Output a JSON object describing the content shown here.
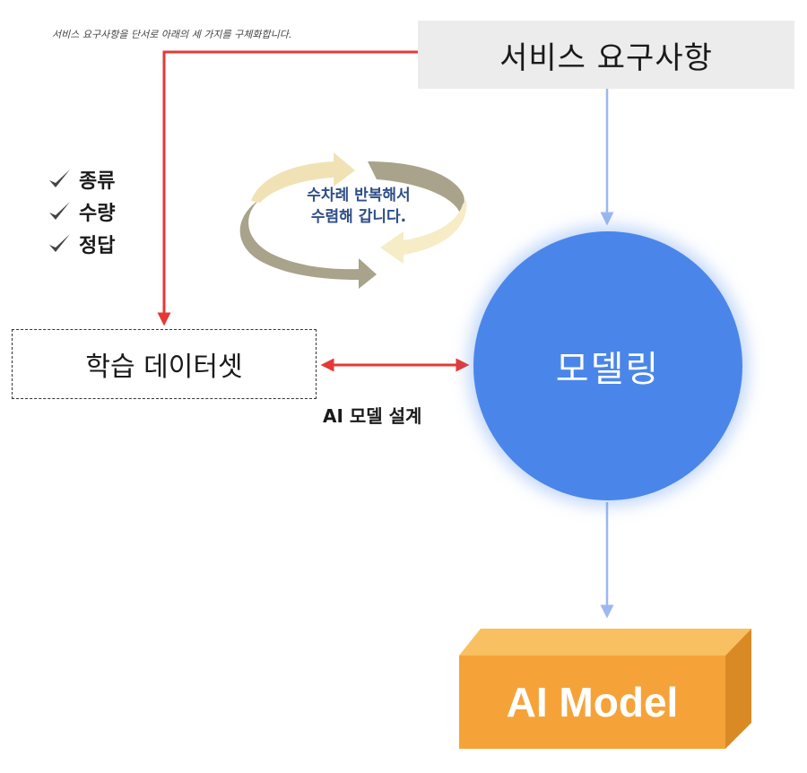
{
  "note": {
    "text": "서비스 요구사항을 단서로 아래의 세 가지를 구체화합니다."
  },
  "service_requirements": {
    "label": "서비스 요구사항"
  },
  "checklist": {
    "items": [
      {
        "label": "종류"
      },
      {
        "label": "수량"
      },
      {
        "label": "정답"
      }
    ],
    "icon": "checkmark-icon"
  },
  "cycle": {
    "line1": "수차례 반복해서",
    "line2": "수렴해 갑니다."
  },
  "dataset": {
    "label": "학습 데이터셋"
  },
  "design_link": {
    "label": "AI 모델 설계"
  },
  "modeling": {
    "label": "모델링"
  },
  "output": {
    "label": "AI Model"
  },
  "colors": {
    "red_arrow": "#e53935",
    "blue_arrow": "#9bb9ee",
    "circle": "#4a86ea",
    "orange_front": "#f5a339",
    "orange_top": "#f8c060",
    "orange_side": "#d98a25",
    "cycle_dark": "#a8a38a",
    "cycle_light": "#f6ecc6",
    "box_grey": "#ececec"
  }
}
